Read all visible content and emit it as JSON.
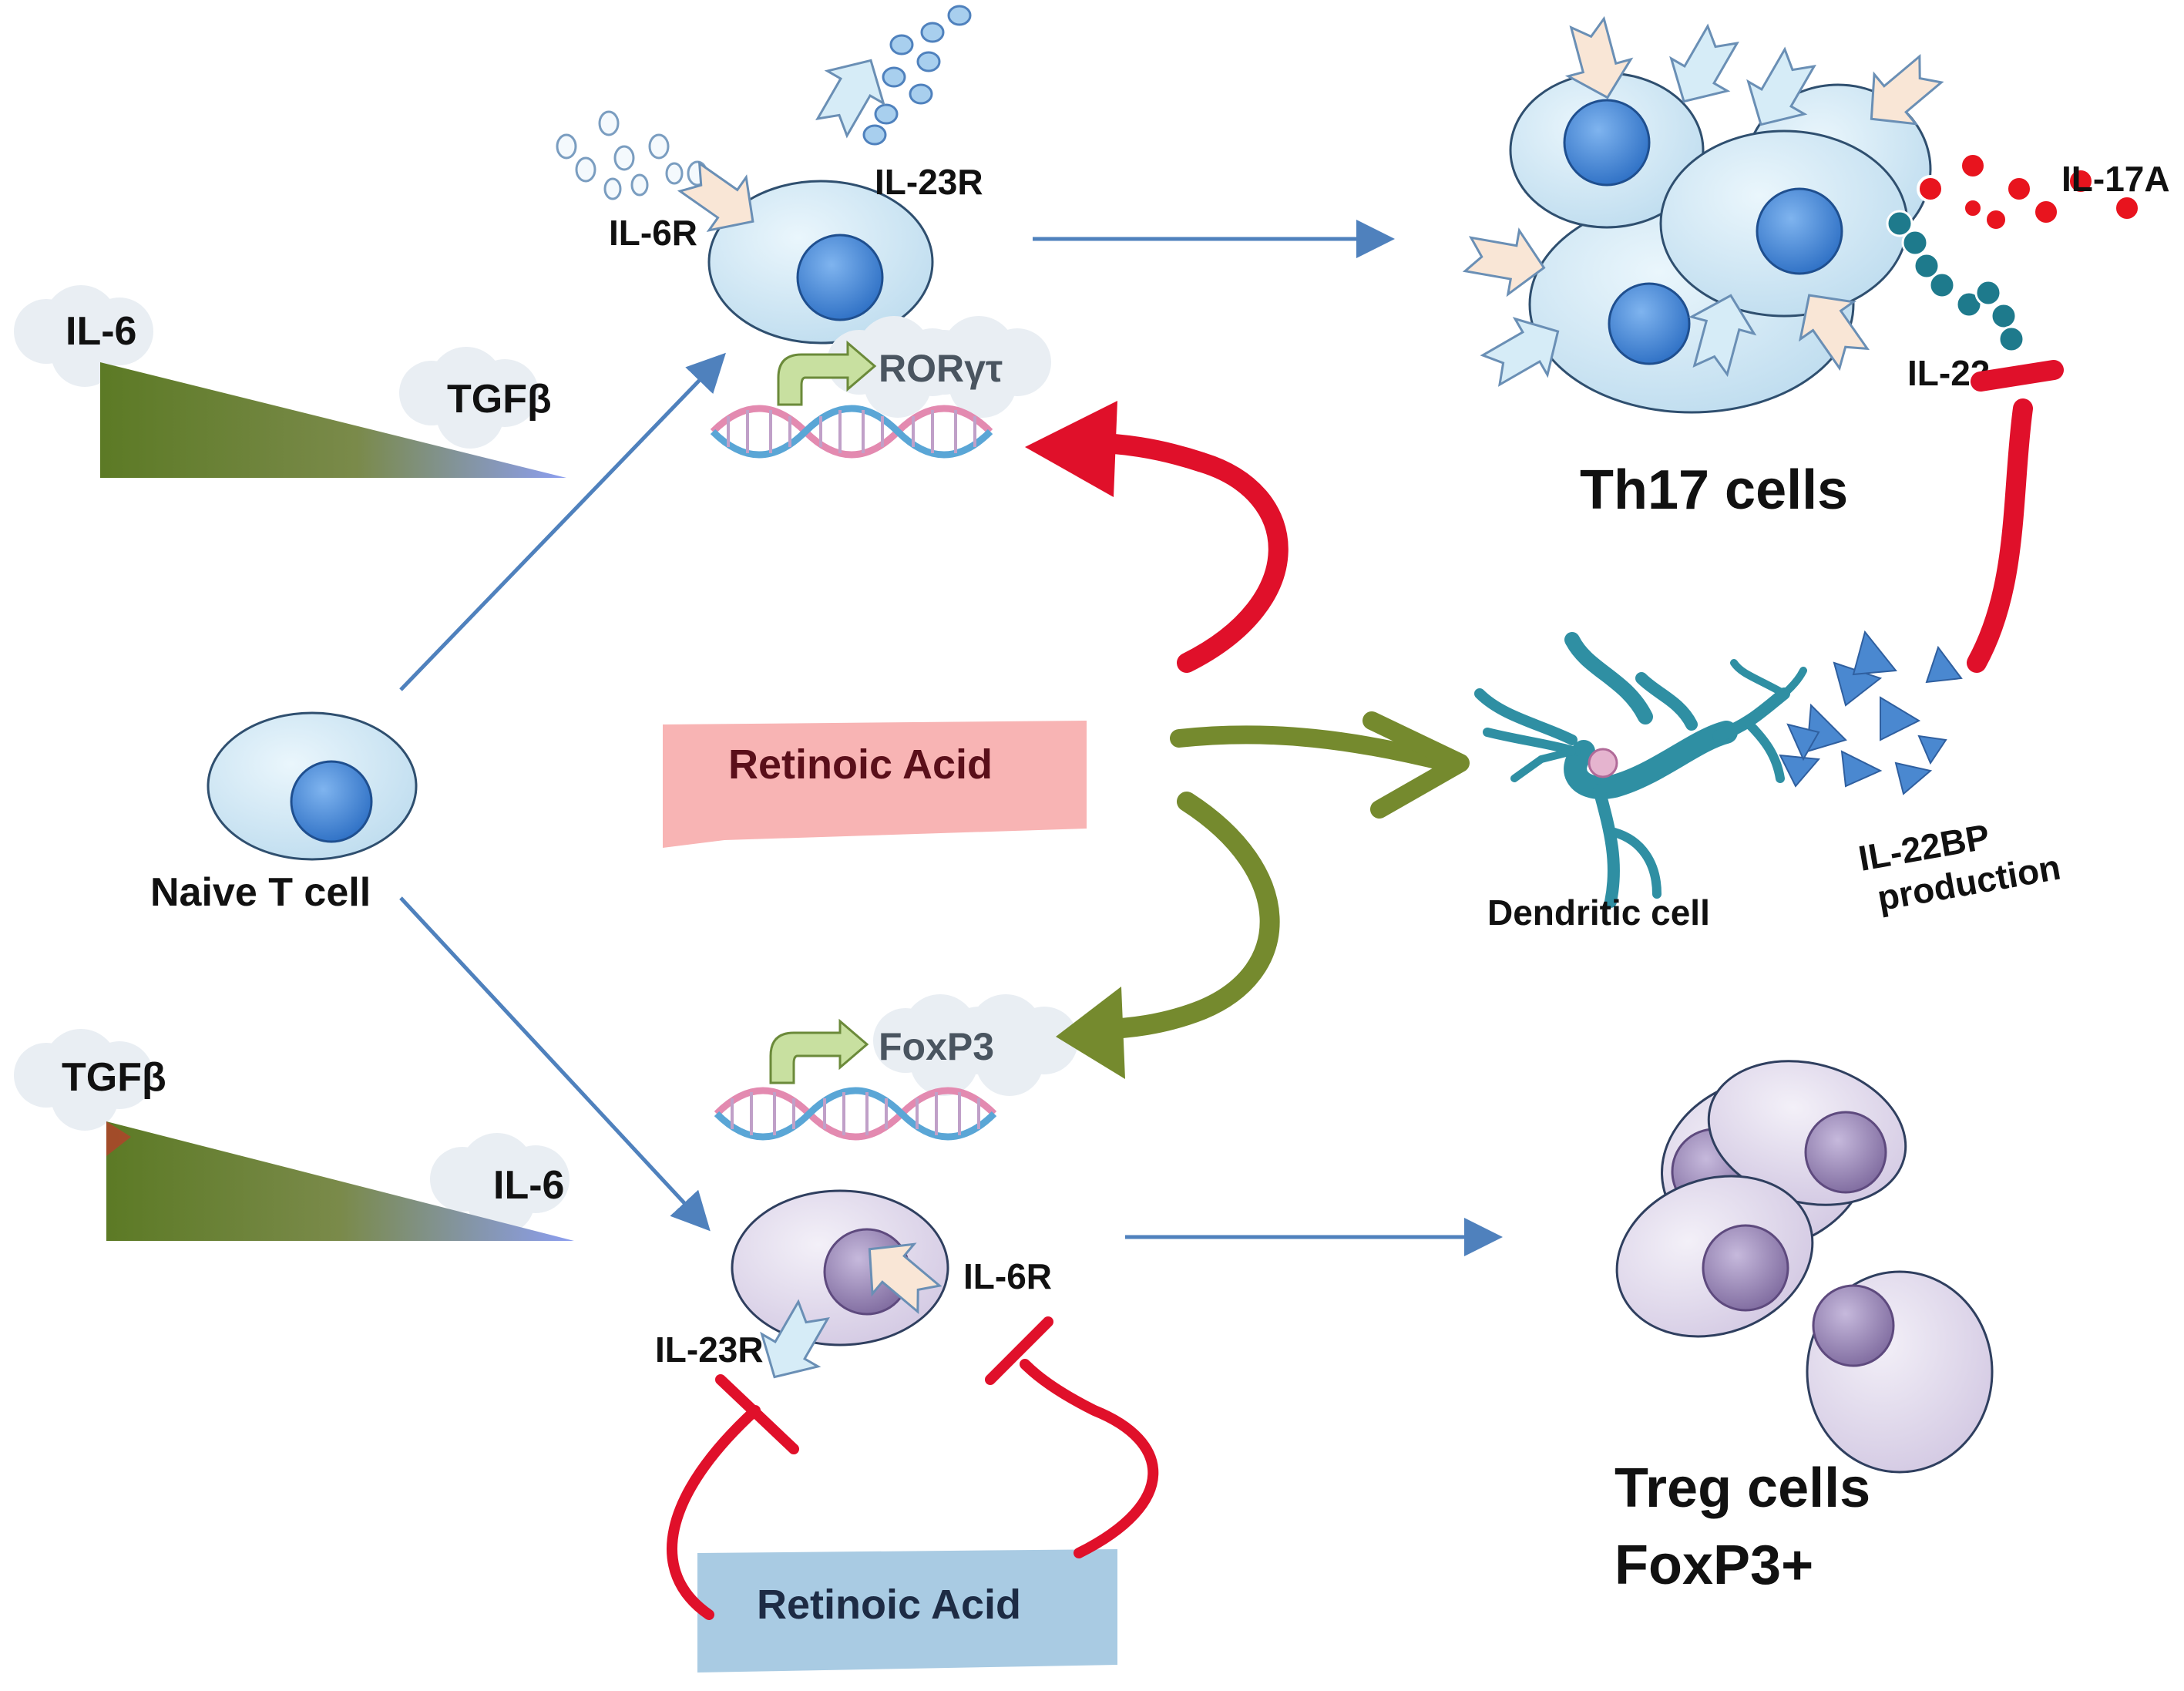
{
  "labels": {
    "il6_top": "IL-6",
    "tgfb_top": "TGFβ",
    "tgfb_bottom": "TGFβ",
    "il6_bottom": "IL-6",
    "naive_t_cell": "Naive T cell",
    "il6r_top": "IL-6R",
    "il23r_top": "IL-23R",
    "rorgt": "RORγτ",
    "retinoic_acid_top": "Retinoic Acid",
    "foxp3": "FoxP3",
    "il6r_bottom": "IL-6R",
    "il23r_bottom": "IL-23R",
    "retinoic_acid_bottom": "Retinoic Acid",
    "th17_cells": "Th17 cells",
    "il17a": "IL-17A",
    "il22": "IL-22",
    "dendritic_cell": "Dendritic cell",
    "il22bp": "IL-22BP",
    "production": "production",
    "treg_cells": "Treg cells",
    "treg_foxp3": "FoxP3+"
  },
  "colors": {
    "arrow_blue": "#4f81bd",
    "inhibit_red": "#e0102a",
    "activate_green": "#758a2e",
    "cell_blue_fill": "#d8edf8",
    "nucleus_blue": "#3b83d8",
    "cell_purple_fill": "#e6e0f0",
    "nucleus_purple": "#9a86b8",
    "ra_pink": "#f8b4b4",
    "ra_blue": "#a9cbe3",
    "il17a_red": "#e8141e",
    "il22_teal": "#1e7a8c",
    "dendritic_teal": "#2f8fa3"
  }
}
